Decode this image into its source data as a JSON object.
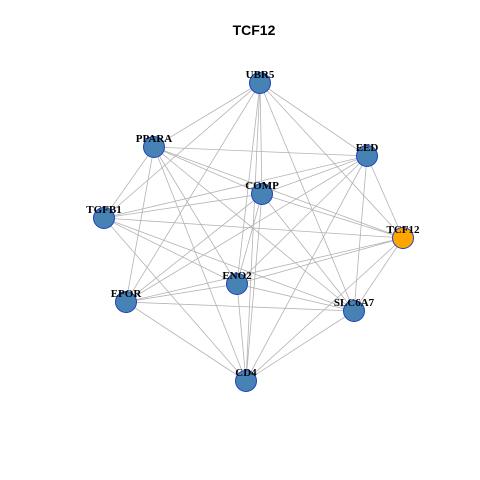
{
  "title": "TCF12",
  "colors": {
    "node_default": "#4682b4",
    "node_highlight": "#ffa500",
    "node_border": "#1f3fbf",
    "edge": "#b3b3b3"
  },
  "nodes": [
    {
      "id": "UBR5",
      "label": "UBR5",
      "highlight": false
    },
    {
      "id": "PPARA",
      "label": "PPARA",
      "highlight": false
    },
    {
      "id": "EED",
      "label": "EED",
      "highlight": false
    },
    {
      "id": "COMP",
      "label": "COMP",
      "highlight": false
    },
    {
      "id": "TGFB1",
      "label": "TGFB1",
      "highlight": false
    },
    {
      "id": "TCF12",
      "label": "TCF12",
      "highlight": true
    },
    {
      "id": "ENO2",
      "label": "ENO2",
      "highlight": false
    },
    {
      "id": "EPOR",
      "label": "EPOR",
      "highlight": false
    },
    {
      "id": "SLC6A7",
      "label": "SLC6A7",
      "highlight": false
    },
    {
      "id": "CD4",
      "label": "CD4",
      "highlight": false
    }
  ],
  "edges": [
    [
      "UBR5",
      "PPARA"
    ],
    [
      "UBR5",
      "EED"
    ],
    [
      "UBR5",
      "COMP"
    ],
    [
      "UBR5",
      "TGFB1"
    ],
    [
      "UBR5",
      "TCF12"
    ],
    [
      "UBR5",
      "ENO2"
    ],
    [
      "UBR5",
      "EPOR"
    ],
    [
      "UBR5",
      "SLC6A7"
    ],
    [
      "UBR5",
      "CD4"
    ],
    [
      "PPARA",
      "EED"
    ],
    [
      "PPARA",
      "COMP"
    ],
    [
      "PPARA",
      "TGFB1"
    ],
    [
      "PPARA",
      "TCF12"
    ],
    [
      "PPARA",
      "ENO2"
    ],
    [
      "PPARA",
      "EPOR"
    ],
    [
      "PPARA",
      "SLC6A7"
    ],
    [
      "PPARA",
      "CD4"
    ],
    [
      "EED",
      "COMP"
    ],
    [
      "EED",
      "TGFB1"
    ],
    [
      "EED",
      "TCF12"
    ],
    [
      "EED",
      "ENO2"
    ],
    [
      "EED",
      "EPOR"
    ],
    [
      "EED",
      "SLC6A7"
    ],
    [
      "EED",
      "CD4"
    ],
    [
      "COMP",
      "TGFB1"
    ],
    [
      "COMP",
      "TCF12"
    ],
    [
      "COMP",
      "ENO2"
    ],
    [
      "COMP",
      "EPOR"
    ],
    [
      "COMP",
      "SLC6A7"
    ],
    [
      "COMP",
      "CD4"
    ],
    [
      "TGFB1",
      "TCF12"
    ],
    [
      "TGFB1",
      "ENO2"
    ],
    [
      "TGFB1",
      "SLC6A7"
    ],
    [
      "TGFB1",
      "CD4"
    ],
    [
      "TCF12",
      "ENO2"
    ],
    [
      "TCF12",
      "EPOR"
    ],
    [
      "TCF12",
      "SLC6A7"
    ],
    [
      "TCF12",
      "CD4"
    ],
    [
      "ENO2",
      "EPOR"
    ],
    [
      "ENO2",
      "SLC6A7"
    ],
    [
      "ENO2",
      "CD4"
    ],
    [
      "EPOR",
      "SLC6A7"
    ],
    [
      "EPOR",
      "CD4"
    ],
    [
      "SLC6A7",
      "CD4"
    ]
  ]
}
